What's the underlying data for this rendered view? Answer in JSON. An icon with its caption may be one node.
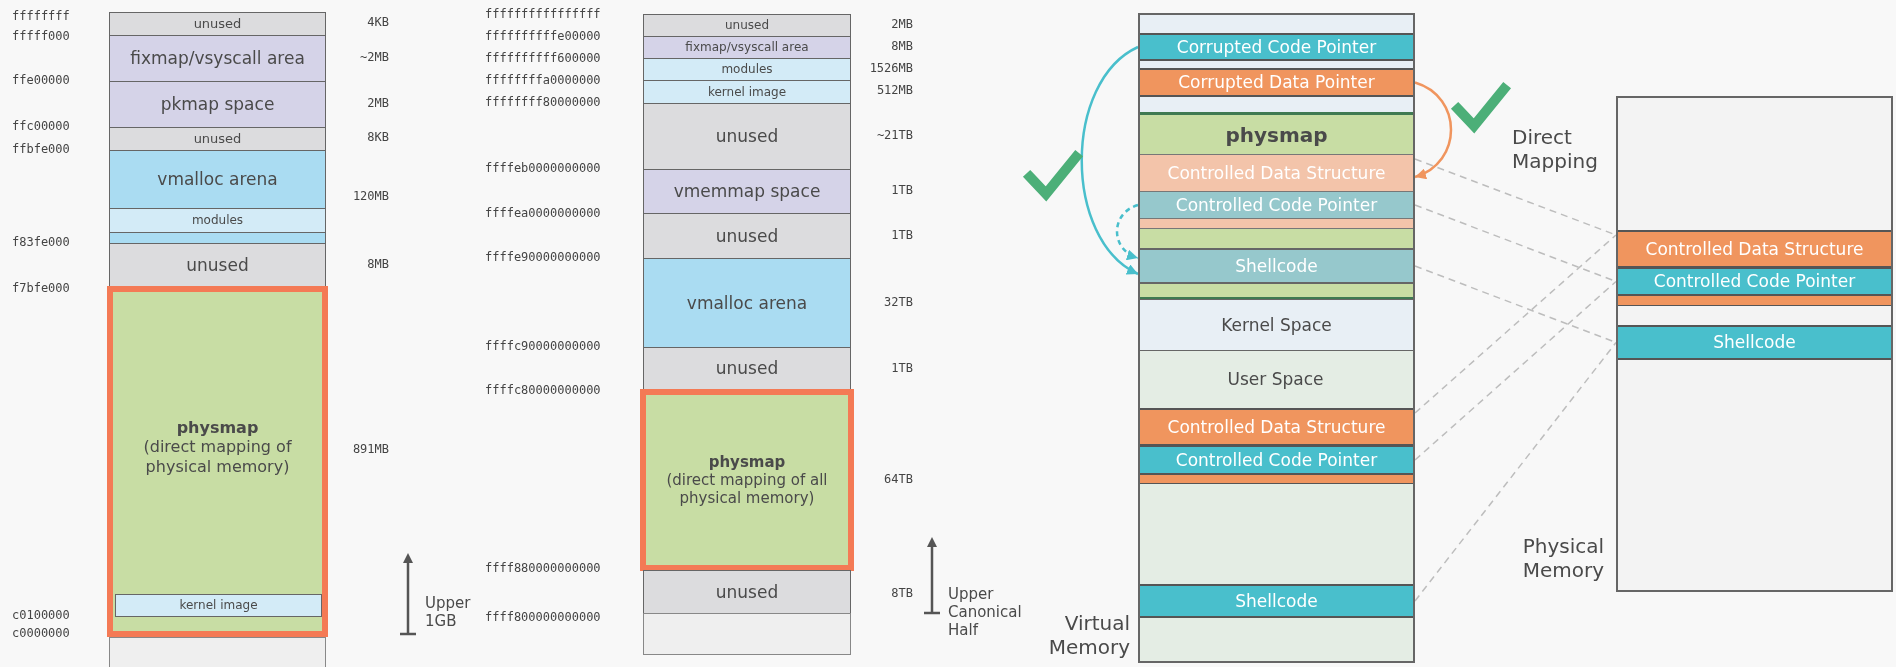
{
  "diagram": {
    "nodes": [
      {
        "text": [
          "unused"
        ],
        "beside": [
          "4KB"
        ]
      },
      {
        "text": [
          "fixmap/vsyscall area"
        ],
        "beside": [
          "~2MB"
        ]
      },
      {
        "text": [
          "pkmap space"
        ],
        "beside": [
          "2MB"
        ]
      },
      {
        "text": [
          "unused"
        ],
        "beside": [
          "8KB"
        ]
      },
      {
        "text": [
          "vmalloc arena"
        ],
        "beside": [
          "120MB"
        ]
      },
      {
        "text": [
          "modules"
        ]
      },
      {
        "text": [],
        "shape": "bar"
      },
      {
        "text": [
          "unused"
        ],
        "beside": [
          "8MB"
        ]
      },
      {
        "text": [
          "physmap",
          "(direct mapping of physical memory)"
        ],
        "beside": [
          "891MB"
        ]
      },
      {
        "text": [
          "kernel image"
        ],
        "in": 8
      },
      {
        "text": [],
        "shape": "bar"
      },
      {
        "text": [
          "unused"
        ],
        "beside": [
          "2MB"
        ]
      },
      {
        "text": [
          "fixmap/vsyscall area"
        ],
        "beside": [
          "8MB"
        ]
      },
      {
        "text": [
          "modules"
        ],
        "beside": [
          "1526MB"
        ]
      },
      {
        "text": [
          "kernel image"
        ],
        "beside": [
          "512MB"
        ]
      },
      {
        "text": [
          "unused"
        ],
        "beside": [
          "~21TB"
        ]
      },
      {
        "text": [
          "vmemmap space"
        ],
        "beside": [
          "1TB"
        ]
      },
      {
        "text": [
          "unused"
        ],
        "beside": [
          "1TB"
        ]
      },
      {
        "text": [
          "vmalloc arena"
        ],
        "beside": [
          "32TB"
        ]
      },
      {
        "text": [
          "unused"
        ],
        "beside": [
          "1TB"
        ]
      },
      {
        "text": [
          "physmap",
          "(direct mapping of all physical memory)"
        ],
        "beside": [
          "64TB"
        ]
      },
      {
        "text": [
          "unused"
        ],
        "beside": [
          "8TB"
        ]
      },
      {
        "text": [],
        "shape": "bar"
      },
      {
        "text": [
          "Virtual Memory"
        ]
      },
      {
        "text": [
          "Corrupted Code Pointer"
        ],
        "in": 23
      },
      {
        "text": [
          "Corrupted Data Pointer"
        ],
        "in": 23
      },
      {
        "text": [
          "physmap"
        ],
        "in": 23
      },
      {
        "text": [
          "Controlled Data Structure"
        ],
        "in": 26
      },
      {
        "text": [
          "Controlled Code Pointer"
        ],
        "in": 26
      },
      {
        "text": [],
        "shape": "bar",
        "in": 26
      },
      {
        "text": [
          "Shellcode"
        ],
        "in": 26
      },
      {
        "text": [
          "Kernel Space"
        ],
        "in": 23
      },
      {
        "text": [
          "User Space"
        ],
        "in": 23
      },
      {
        "text": [
          "Controlled Data Structure"
        ],
        "in": 32
      },
      {
        "text": [
          "Controlled Code Pointer"
        ],
        "in": 32
      },
      {
        "text": [],
        "shape": "bar",
        "in": 32
      },
      {
        "text": [
          "Shellcode"
        ],
        "in": 32
      },
      {
        "text": [
          "Physical Memory"
        ]
      },
      {
        "text": [
          "Controlled Data Structure"
        ],
        "in": 37
      },
      {
        "text": [
          "Controlled Code Pointer"
        ],
        "in": 37
      },
      {
        "text": [],
        "shape": "bar",
        "in": 37
      },
      {
        "text": [
          "Shellcode"
        ],
        "in": 37
      }
    ],
    "edges": [
      {
        "from": 24,
        "to": 30,
        "arrow": "to",
        "color": "#49bfcc"
      },
      {
        "from": 25,
        "to": 27,
        "arrow": "to",
        "color": "#f0955e"
      },
      {
        "from": 28,
        "to": 30,
        "arrow": "to",
        "style": "dashed",
        "color": "#49bfcc"
      },
      {
        "from": 27,
        "to": 38,
        "arrow": "none",
        "style": "dashed",
        "color": "#bdbdbd"
      },
      {
        "from": 28,
        "to": 39,
        "arrow": "none",
        "style": "dashed",
        "color": "#bdbdbd"
      },
      {
        "from": 30,
        "to": 41,
        "arrow": "none",
        "style": "dashed",
        "color": "#bdbdbd"
      },
      {
        "from": 33,
        "to": 38,
        "arrow": "none",
        "style": "dashed",
        "color": "#bdbdbd"
      },
      {
        "from": 34,
        "to": 39,
        "arrow": "none",
        "style": "dashed",
        "color": "#bdbdbd"
      },
      {
        "from": 36,
        "to": 41,
        "arrow": "none",
        "style": "dashed",
        "color": "#bdbdbd"
      }
    ],
    "labels": [
      "ffffffff",
      "fffff000",
      "ffe00000",
      "ffc00000",
      "ffbfe000",
      "f83fe000",
      "f7bfe000",
      "c0100000",
      "c0000000",
      "Upper 1GB",
      "ffffffffffffffff",
      "ffffffffffe00000",
      "ffffffffff600000",
      "ffffffffa0000000",
      "ffffffff80000000",
      "ffffeb0000000000",
      "ffffea0000000000",
      "ffffe90000000000",
      "ffffc90000000000",
      "ffffc80000000000",
      "ffff880000000000",
      "ffff800000000000",
      "Upper Canonical Half",
      "Direct Mapping"
    ]
  }
}
